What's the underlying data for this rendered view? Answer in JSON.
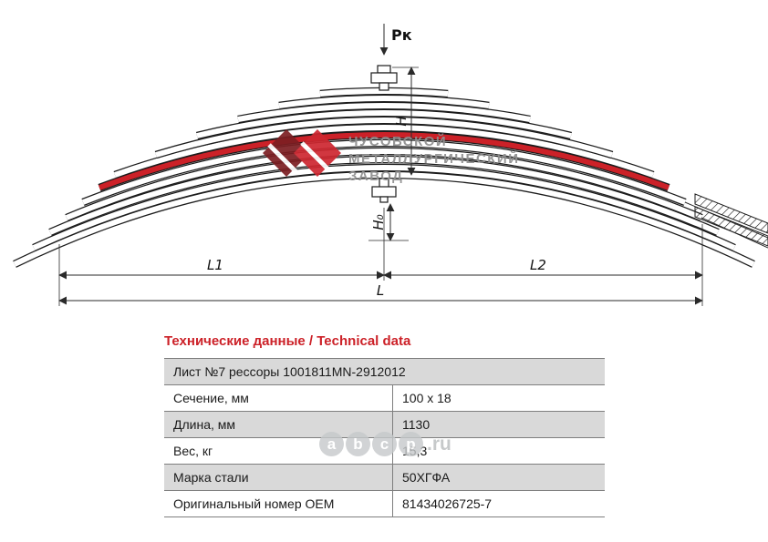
{
  "drawing": {
    "force_label": "Pк",
    "dim_h": "H",
    "dim_h0": "H₀",
    "dim_l1": "L1",
    "dim_l2": "L2",
    "dim_l": "L",
    "watermark": {
      "line1": "ЧУСОВСКОЙ",
      "line2": "МЕТАЛЛУРГИЧЕСКИЙ",
      "line3": "ЗАВОД"
    }
  },
  "abcp": {
    "letters": [
      "a",
      "b",
      "c",
      "p"
    ],
    "suffix": ".ru"
  },
  "table": {
    "title": "Технические данные / Technical data",
    "header": "Лист №7 рессоры 1001811MN-2912012",
    "rows": [
      {
        "label": "Сечение, мм",
        "value": "100 x 18"
      },
      {
        "label": "Длина, мм",
        "value": "1130"
      },
      {
        "label": "Вес, кг",
        "value": "15,3"
      },
      {
        "label": "Марка стали",
        "value": "50ХГФА"
      },
      {
        "label": "Оригинальный номер OEM",
        "value": "81434026725-7"
      }
    ]
  },
  "colors": {
    "accent_leaf": "#cc2128",
    "title_red": "#cc2128"
  }
}
